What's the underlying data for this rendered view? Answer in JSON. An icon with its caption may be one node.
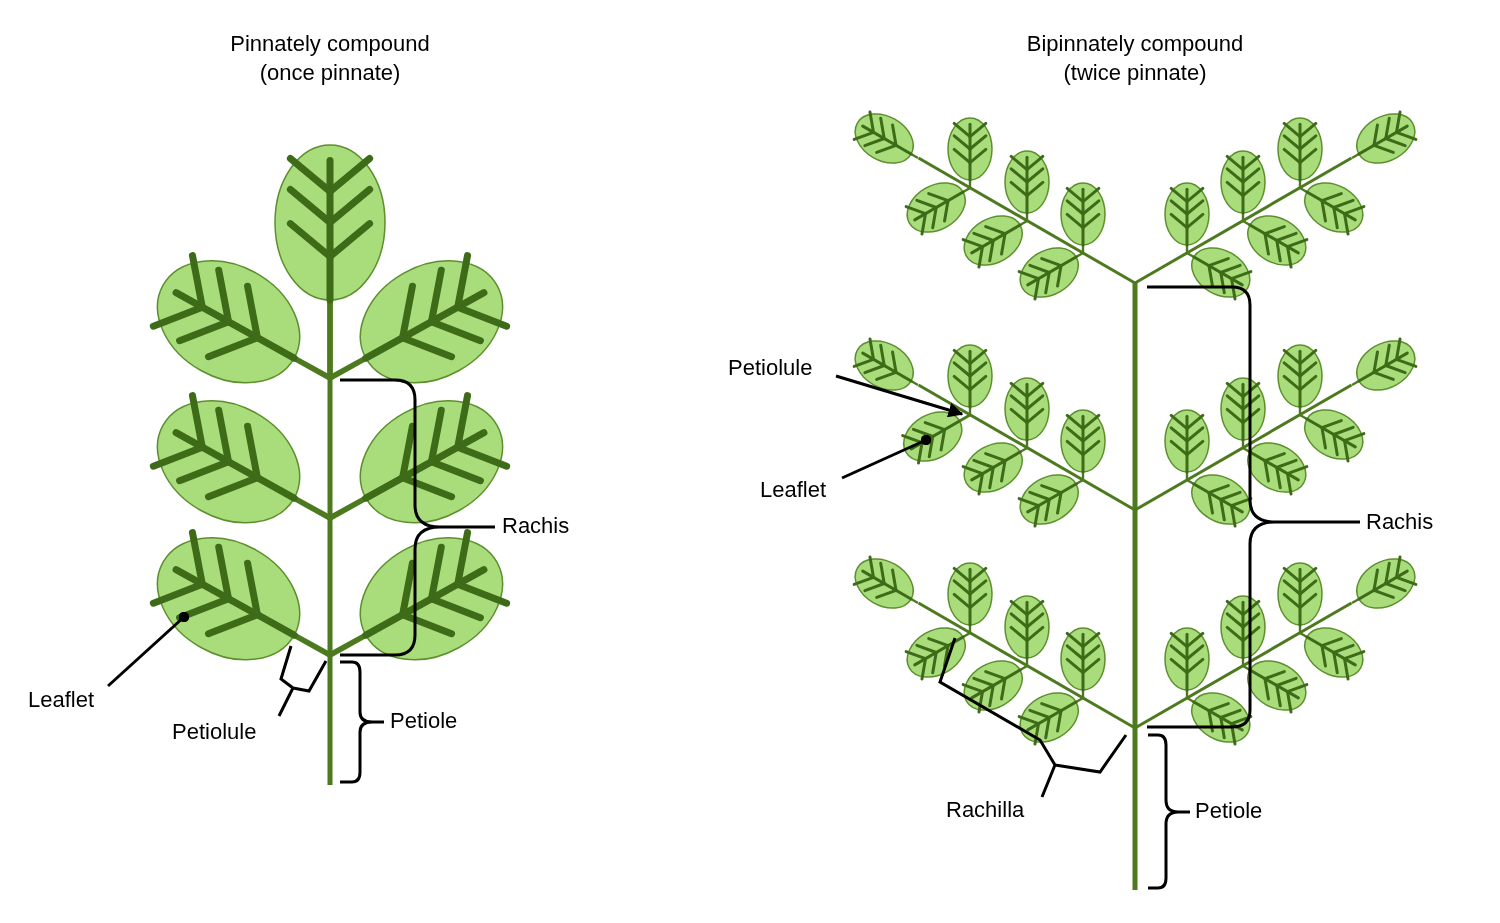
{
  "diagram": {
    "nodes": [
      {
        "text": [
          "Leaflet"
        ]
      },
      {
        "text": [],
        "shape": "picture"
      },
      {
        "text": [
          "Petiolule"
        ]
      },
      {
        "text": [
          "Leaflet"
        ]
      },
      {
        "text": [],
        "shape": "picture"
      },
      {
        "text": [],
        "shape": "line"
      }
    ],
    "edges": [
      {
        "from": 0,
        "to": 1,
        "arrow": "other"
      },
      {
        "from": 2,
        "to": 5,
        "arrow": "to"
      },
      {
        "from": 3,
        "to": 4,
        "arrow": "other"
      }
    ],
    "labels": [
      "Pinnately compound (once pinnate)",
      "Bipinnately compound (twice pinnate)",
      "Rachis",
      "Rachis",
      "Petiole",
      "Petiolule",
      "Rachilla",
      "Petiole"
    ]
  }
}
